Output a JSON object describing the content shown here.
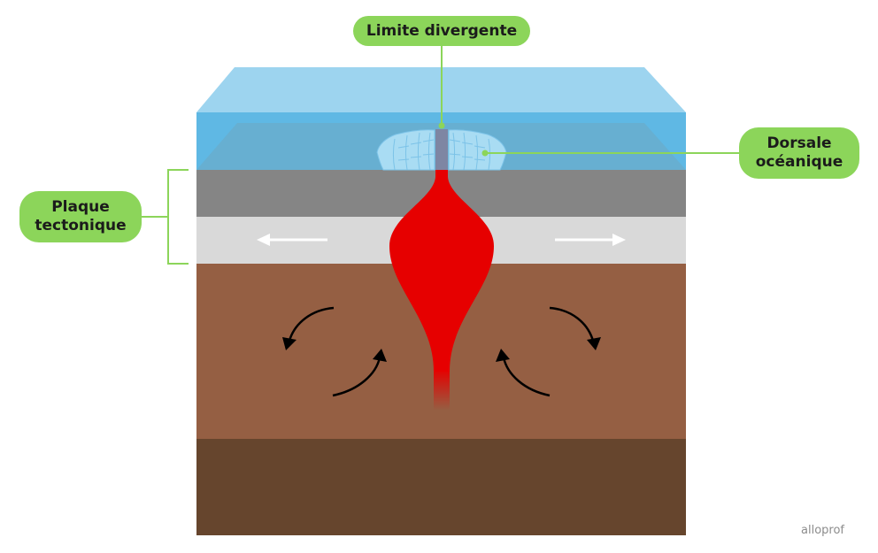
{
  "labels": {
    "divergent_boundary": "Limite divergente",
    "ridge_line1": "Dorsale",
    "ridge_line2": "océanique",
    "plate_line1": "Plaque",
    "plate_line2": "tectonique"
  },
  "watermark": "alloprof",
  "colors": {
    "label_fill": "#8cd55a",
    "leader_line": "#8cd55a",
    "water_top": "#9dd4ef",
    "water_front": "#5fb8e4",
    "crust_upper": "#858585",
    "crust_lower": "#d9d9d9",
    "mantle_upper": "#955f43",
    "mantle_lower": "#66452d",
    "magma": "#e60000",
    "plate_arrows": "#ffffff",
    "convection_arrows": "#000000"
  },
  "icons": {
    "plate_motion_left": "arrow-left-icon",
    "plate_motion_right": "arrow-right-icon",
    "convection": "curved-arrow-icon"
  }
}
